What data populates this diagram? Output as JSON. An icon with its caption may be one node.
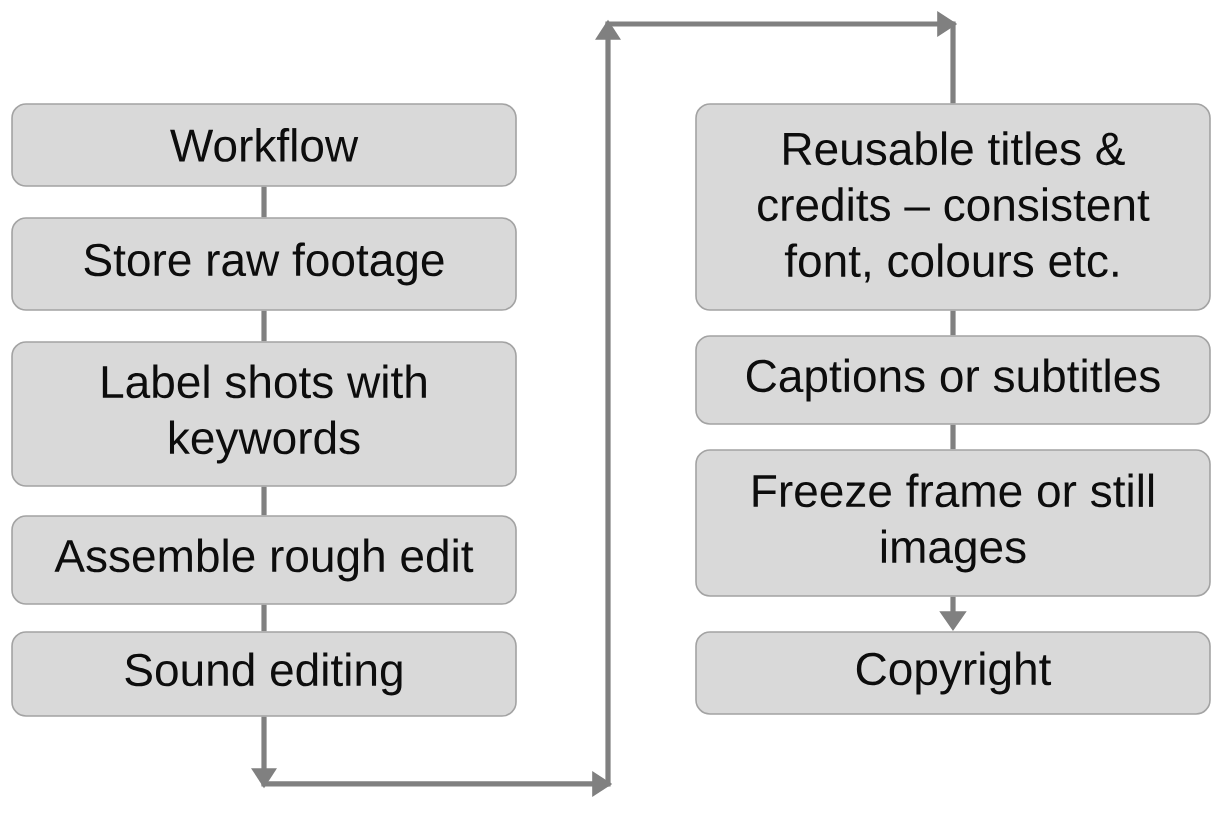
{
  "diagram": {
    "nodes": [
      {
        "text": [
          "Workflow"
        ]
      },
      {
        "text": [
          "Store raw footage"
        ]
      },
      {
        "text": [
          "Label shots with keywords"
        ]
      },
      {
        "text": [
          "Assemble rough edit"
        ]
      },
      {
        "text": [
          "Sound editing"
        ]
      },
      {
        "text": [
          "Reusable titles & credits – consistent font, colours etc."
        ]
      },
      {
        "text": [
          "Captions or subtitles"
        ]
      },
      {
        "text": [
          "Freeze frame or still images"
        ]
      },
      {
        "text": [
          "Copyright"
        ]
      }
    ],
    "edges": [
      {
        "from": 0,
        "to": 1,
        "arrow": "none"
      },
      {
        "from": 1,
        "to": 2,
        "arrow": "none"
      },
      {
        "from": 2,
        "to": 3,
        "arrow": "none"
      },
      {
        "from": 3,
        "to": 4,
        "arrow": "none"
      },
      {
        "from": 4,
        "to": 5,
        "arrow": "to"
      },
      {
        "from": 5,
        "to": 6,
        "arrow": "none"
      },
      {
        "from": 6,
        "to": 7,
        "arrow": "none"
      },
      {
        "from": 7,
        "to": 8,
        "arrow": "to"
      }
    ]
  }
}
